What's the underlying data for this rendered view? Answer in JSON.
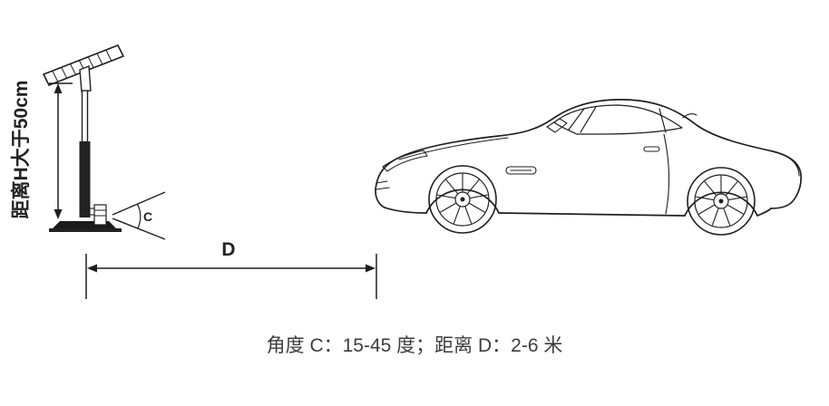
{
  "page": {
    "background": "#ffffff"
  },
  "colors": {
    "line": "#1f1f1f",
    "label_text": "#222222",
    "caption_text": "#3d3d3d"
  },
  "device_diagram": {
    "height_label": "距离H大于50cm",
    "angle_label": "C",
    "distance_label": "D"
  },
  "caption": {
    "text": "角度 C：15-45 度；距离 D：2-6 米"
  },
  "illustrations": {
    "device": "camera-panel-on-pole",
    "vehicle": "sports-car-side-view"
  }
}
